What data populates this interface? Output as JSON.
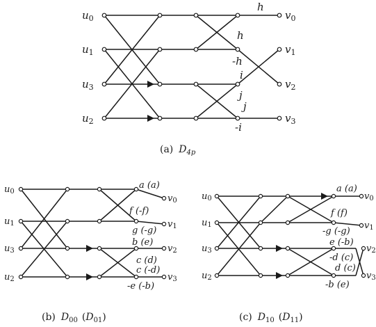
{
  "diagram_a": {
    "inputs": [
      "u",
      "u",
      "u",
      "u"
    ],
    "input_subs": [
      "0",
      "1",
      "3",
      "2"
    ],
    "outputs": [
      "v",
      "v",
      "v",
      "v"
    ],
    "output_subs": [
      "0",
      "1",
      "2",
      "3"
    ],
    "coef": {
      "h1": "h",
      "h2": "h",
      "mh": "-h",
      "i": "i",
      "j1": "j",
      "j2": "j",
      "mi": "-i"
    },
    "caption_prefix": "(a)",
    "caption_main": "D",
    "caption_sub": "4p"
  },
  "diagram_b": {
    "inputs": [
      "u",
      "u",
      "u",
      "u"
    ],
    "input_subs": [
      "0",
      "1",
      "3",
      "2"
    ],
    "outputs": [
      "v",
      "v",
      "v",
      "v"
    ],
    "output_subs": [
      "0",
      "1",
      "2",
      "3"
    ],
    "coef": {
      "a": "a (a)",
      "f": "f (-f)",
      "g": "g (-g)",
      "b": "b (e)",
      "c1": "c (d)",
      "c2": "c (-d)",
      "e": "-e (-b)"
    },
    "caption_prefix": "(b)",
    "caption_main": "D",
    "caption_sub": "00",
    "caption_paren_main": "D",
    "caption_paren_sub": "01"
  },
  "diagram_c": {
    "inputs": [
      "u",
      "u",
      "u",
      "u"
    ],
    "input_subs": [
      "0",
      "1",
      "3",
      "2"
    ],
    "outputs": [
      "v",
      "v",
      "v",
      "v"
    ],
    "output_subs": [
      "0",
      "1",
      "2",
      "3"
    ],
    "coef": {
      "a": "a (a)",
      "f": "f (f)",
      "g": "-g (-g)",
      "e": "e (-b)",
      "d1": "-d (c)",
      "d2": "d (c)",
      "b": "-b (e)"
    },
    "caption_prefix": "(c)",
    "caption_main": "D",
    "caption_sub": "10",
    "caption_paren_main": "D",
    "caption_paren_sub": "11"
  }
}
